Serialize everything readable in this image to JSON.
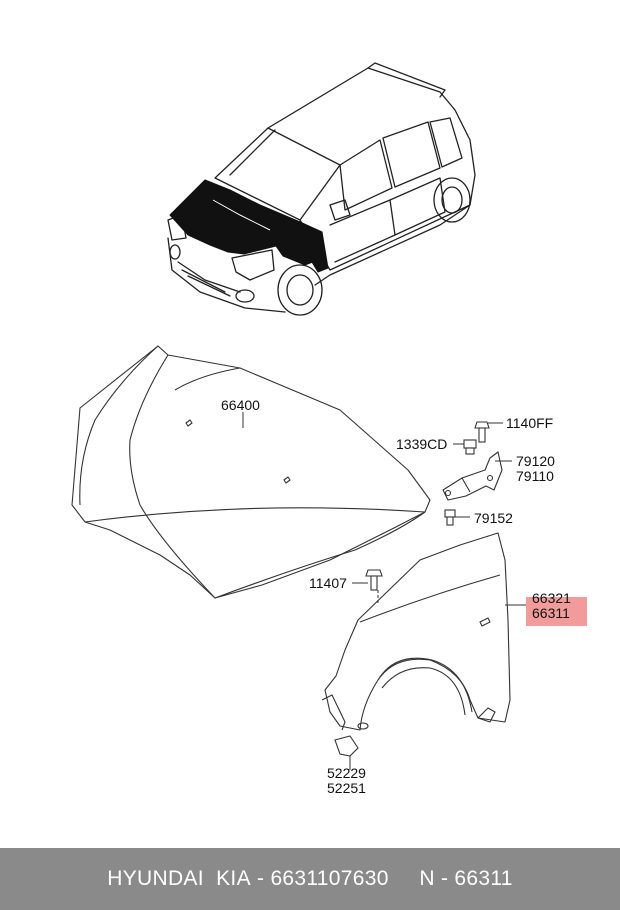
{
  "parts": {
    "hood": "66400",
    "hinge_bolt": "1140FF",
    "hinge_nut": "1339CD",
    "hinge_a": "79120",
    "hinge_b": "79110",
    "hinge_screw": "79152",
    "fender_bolt": "11407",
    "fender_a": "66321",
    "fender_b": "66311",
    "bracket_a": "52229",
    "bracket_b": "52251"
  },
  "highlight_color": "#f08a8a",
  "footer": {
    "brand": "HYUNDAI  KIA",
    "sep1": " - ",
    "part_number": "6631107630",
    "gap": "     ",
    "n_prefix": "N - ",
    "n_code": "66311"
  }
}
